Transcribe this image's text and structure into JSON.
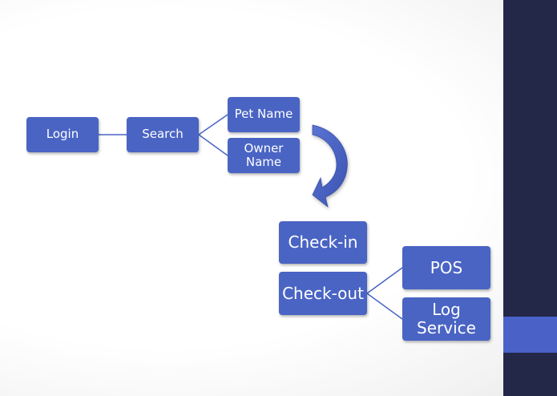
{
  "diagram": {
    "nodes": {
      "login": "Login",
      "search": "Search",
      "pet_name": "Pet Name",
      "owner_name": "Owner\nName",
      "check_in": "Check-in",
      "check_out": "Check-out",
      "pos": "POS",
      "log_service": "Log Service"
    },
    "edges": [
      [
        "login",
        "search"
      ],
      [
        "search",
        "pet_name"
      ],
      [
        "search",
        "owner_name"
      ],
      [
        "check_out",
        "pos"
      ],
      [
        "check_out",
        "log_service"
      ]
    ],
    "arrows": [
      [
        "pet_name",
        "check_in"
      ]
    ]
  },
  "colors": {
    "box_fill": "#4a64c4",
    "connector": "#4a64c4",
    "sidebar": "#232849",
    "sidebar_accent": "#4a62c8"
  }
}
